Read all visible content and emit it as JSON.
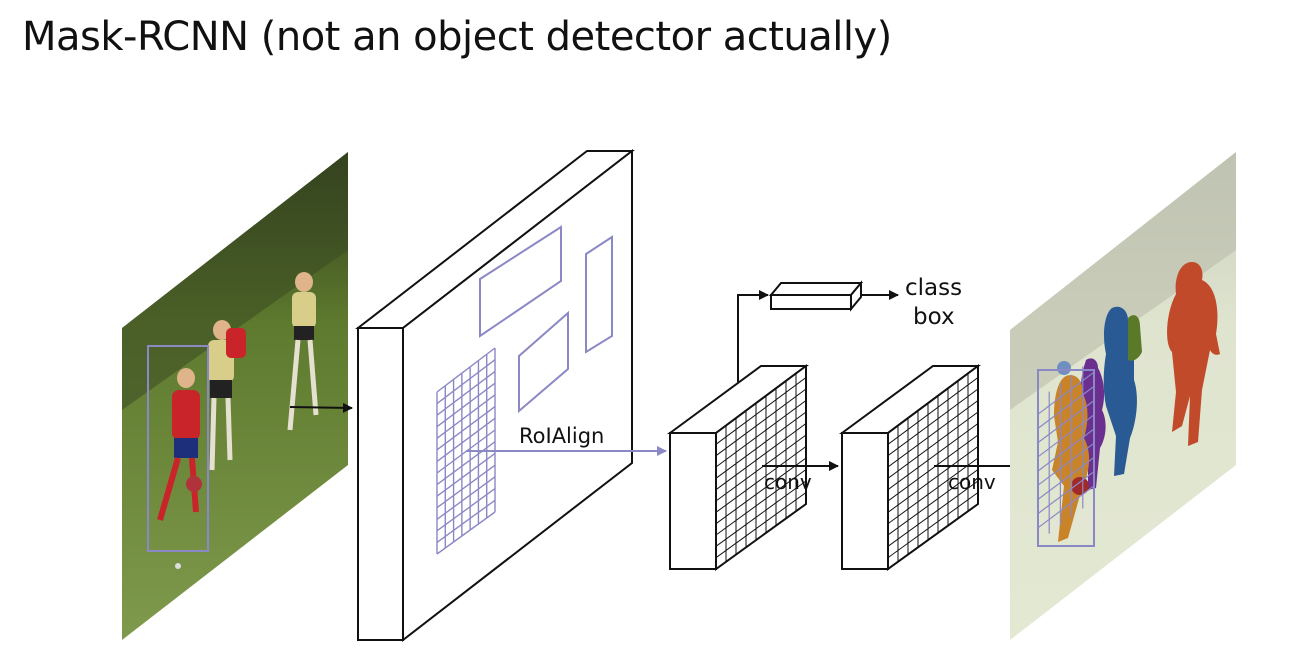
{
  "slide": {
    "title": "Mask-RCNN (not an object detector actually)"
  },
  "labels": {
    "roialign": "RoIAlign",
    "conv_1": "conv",
    "conv_2": "conv",
    "head_class": "class",
    "head_box": "box"
  },
  "colors": {
    "roi_purple": "#8b88c6",
    "line": "#111111",
    "mask_orange": "#c9842a",
    "mask_purple": "#6a2f8f",
    "mask_blue": "#2a5a94",
    "mask_green": "#5a7a2a",
    "mask_red": "#c14a2a"
  }
}
